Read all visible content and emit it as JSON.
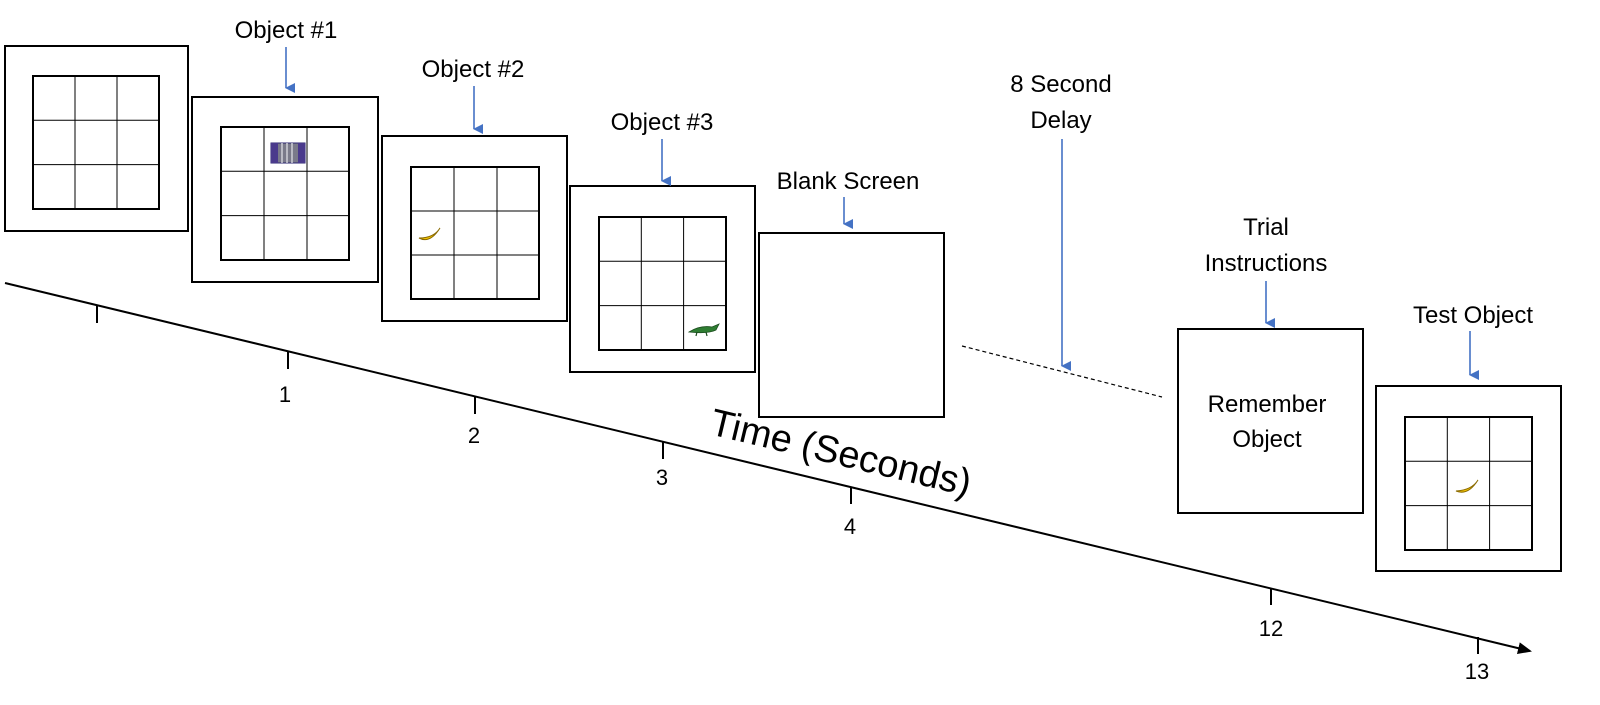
{
  "labels": {
    "object1": "Object #1",
    "object2": "Object #2",
    "object3": "Object #3",
    "blank_screen": "Blank Screen",
    "delay_line1": "8 Second",
    "delay_line2": "Delay",
    "trial_line1": "Trial",
    "trial_line2": "Instructions",
    "test_object": "Test Object",
    "remember_line1": "Remember",
    "remember_line2": "Object"
  },
  "axis": {
    "title": "Time (Seconds)",
    "ticks": [
      "1",
      "2",
      "3",
      "4",
      "12",
      "13"
    ]
  },
  "colors": {
    "arrow": "#4472C4",
    "stroke": "#000000",
    "banana": "#F2C200",
    "crocodile": "#2E7D32",
    "accordion": "#4A3A8C"
  },
  "icons": {
    "object1": "accordion-icon",
    "object2": "banana-icon",
    "object3": "crocodile-icon",
    "test": "banana-icon"
  }
}
